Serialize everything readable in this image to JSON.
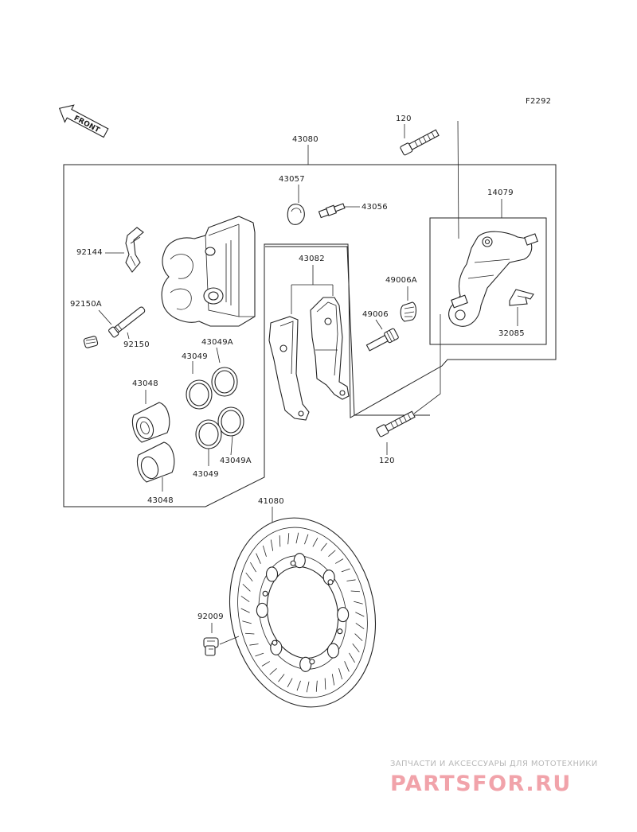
{
  "diagram": {
    "figure_code": "F2292",
    "front_arrow_text": "FRONT",
    "parts": {
      "p120_top": "120",
      "p120_bottom": "120",
      "p43080": "43080",
      "p43057": "43057",
      "p43056": "43056",
      "p14079": "14079",
      "p92144": "92144",
      "p43082": "43082",
      "p49006A": "49006A",
      "p49006": "49006",
      "p32085": "32085",
      "p92150A": "92150A",
      "p92150": "92150",
      "p43049_upper": "43049",
      "p43049A_upper": "43049A",
      "p43048_upper": "43048",
      "p43049A_lower": "43049A",
      "p43049_lower": "43049",
      "p43048_lower": "43048",
      "p41080": "41080",
      "p92009": "92009"
    }
  },
  "watermark": {
    "tagline": "ЗАПЧАСТИ И АКСЕССУАРЫ ДЛЯ МОТОТЕХНИКИ",
    "logo": "PARTSFOR.RU"
  }
}
